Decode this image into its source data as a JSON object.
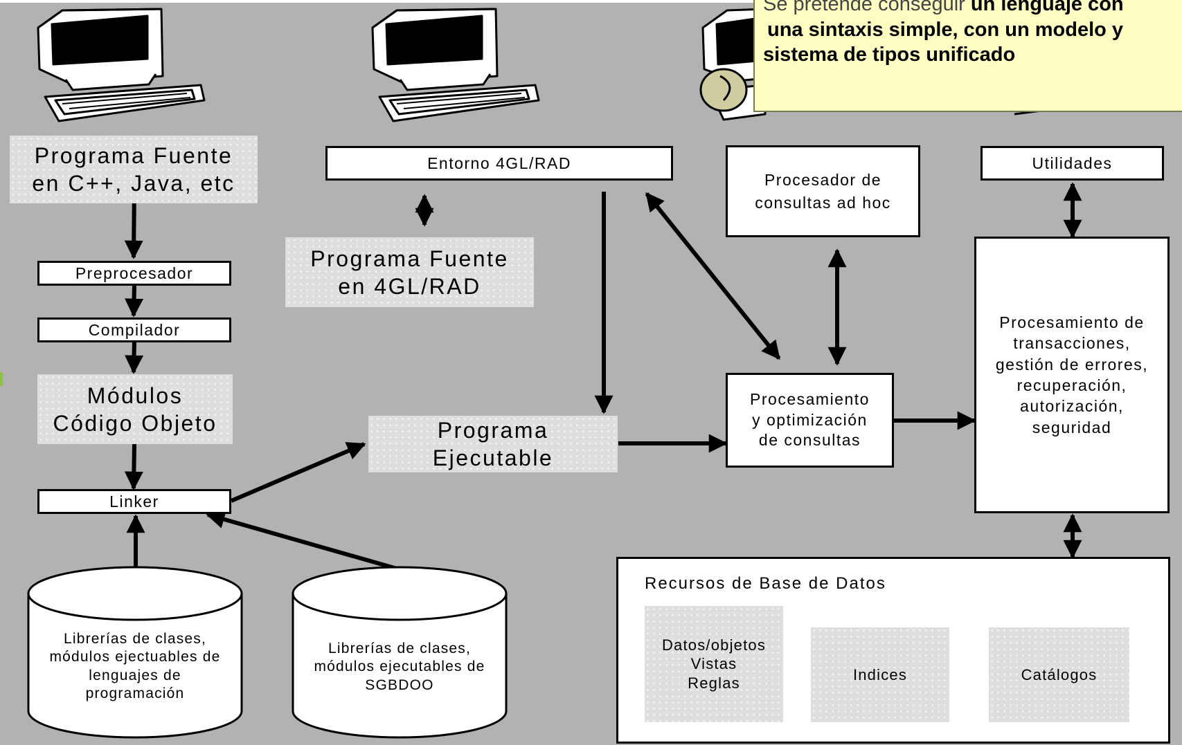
{
  "diagram": {
    "source_program_cpp": [
      "Programa Fuente",
      "en C++, Java, etc"
    ],
    "preprocessor": "Preprocesador",
    "compiler": "Compilador",
    "object_modules": [
      "Módulos",
      "Código Objeto"
    ],
    "linker": "Linker",
    "class_libraries_languages": [
      "Librerías de clases,",
      "módulos ejectuables de",
      "lenguajes de",
      "programación"
    ],
    "class_libraries_sgbdoo": [
      "Librerías de clases,",
      "módulos ejecutables de",
      "SGBDOO"
    ],
    "env_4gl": "Entorno 4GL/RAD",
    "source_program_4gl": [
      "Programa Fuente",
      "en 4GL/RAD"
    ],
    "executable_program": [
      "Programa",
      "Ejecutable"
    ],
    "adhoc_query_processor": [
      "Procesador de",
      "consultas ad hoc"
    ],
    "query_processing": [
      "Procesamiento",
      "y optimización",
      "de consultas"
    ],
    "utilities": "Utilidades",
    "transaction_processing": [
      "Procesamiento de",
      "transacciones,",
      "gestión de errores,",
      "recuperación,",
      "autorización,",
      "seguridad"
    ],
    "db_resources": {
      "title": "Recursos de Base de Datos",
      "items": [
        [
          "Datos/objetos",
          "Vistas",
          "Reglas"
        ],
        [
          "Indices"
        ],
        [
          "Catálogos"
        ]
      ]
    }
  },
  "note": {
    "line1_light": "Se pretende conseguir",
    "line1_bold": "un lenguaje con",
    "line2": "una sintaxis simple, con un modelo y",
    "line3": "sistema de tipos unificado"
  },
  "icons": [
    "computer-icon",
    "computer-icon",
    "computer-icon",
    "computer-icon"
  ],
  "colors": {
    "background": "#b2b2b2",
    "note": "#ffffc4",
    "box": "#ffffff",
    "dotted": "#dedede"
  }
}
